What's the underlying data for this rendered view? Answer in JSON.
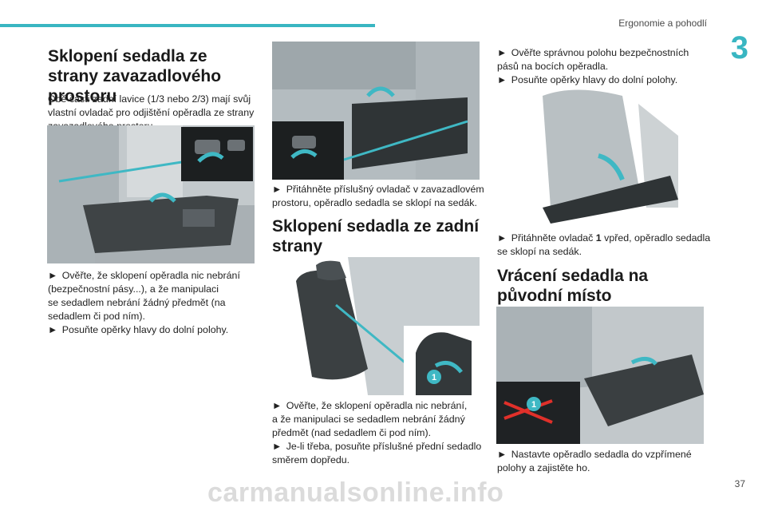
{
  "header": {
    "section_title": "Ergonomie a pohodlí",
    "chapter_number": "3",
    "page_number": "37"
  },
  "col1": {
    "heading": "Sklopení sedadla ze strany zavazadlového prostoru",
    "intro_l1": "Obě části zadní lavice (1/3 nebo 2/3) mají svůj",
    "intro_l2": "vlastní ovladač pro odjištění opěradla ze strany",
    "intro_l3": "zavazadlového prostoru.",
    "b1_l1": "Ověřte, že sklopení opěradla nic nebrání",
    "b1_l2": "(bezpečnostní pásy...), a že manipulaci",
    "b1_l3": "se sedadlem nebrání žádný předmět (na",
    "b1_l4": "sedadlem či pod ním).",
    "b2_l1": "Posuňte opěrky hlavy do dolní polohy."
  },
  "col2": {
    "b1_l1": "Přitáhněte příslušný ovladač v zavazadlovém",
    "b1_l2": "prostoru, opěradlo sedadla se sklopí na sedák.",
    "heading": "Sklopení sedadla ze zadní strany",
    "callout": "1",
    "b2_l1": "Ověřte, že sklopení opěradla nic nebrání,",
    "b2_l2": "a že manipulaci se sedadlem nebrání žádný",
    "b2_l3": "předmět (nad sedadlem či pod ním).",
    "b3_l1": "Je-li třeba, posuňte příslušné přední sedadlo",
    "b3_l2": "směrem dopředu."
  },
  "col3": {
    "b1_l1": "Ověřte správnou polohu bezpečnostních",
    "b1_l2": "pásů na bocích opěradla.",
    "b2_l1": "Posuňte opěrky hlavy do dolní polohy.",
    "b3_pre": "Přitáhněte ovladač ",
    "b3_bold": "1",
    "b3_post": " vpřed, opěradlo sedadla",
    "b3_l2": "se sklopí na sedák.",
    "heading": "Vrácení sedadla na původní místo",
    "callout": "1",
    "b4_l1": "Nastavte opěradlo sedadla do vzpřímené",
    "b4_l2": "polohy a zajistěte ho."
  },
  "bullet_glyph": "►",
  "watermark": "carmanualsonline.info",
  "colors": {
    "accent": "#39b6c2",
    "arrow": "#3fb8c4",
    "text": "#1a1a1a"
  }
}
